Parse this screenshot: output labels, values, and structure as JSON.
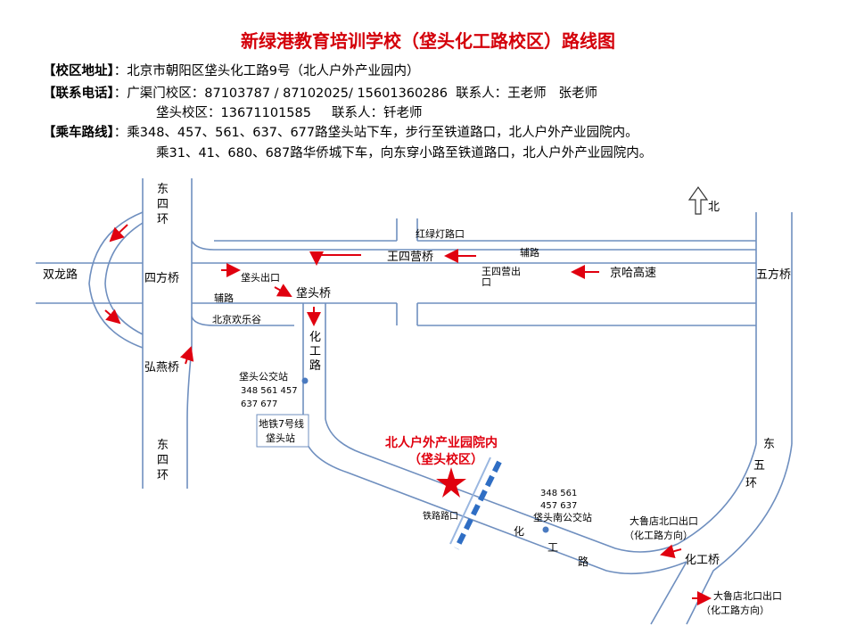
{
  "title": "新绿港教育培训学校（垡头化工路校区）路线图",
  "info": {
    "address_key": "【校区地址】",
    "address_val": "：北京市朝阳区垡头化工路9号（北人户外产业园内）",
    "phone_key": "【联系电话】",
    "phone_val1": "：广渠门校区：87103787 / 87102025/ 15601360286  联系人：王老师   张老师",
    "phone_val2": "垡头校区：13671101585     联系人：钎老师",
    "route_key": "【乘车路线】",
    "route_val1": "：乘348、457、561、637、677路垡头站下车，步行至铁道路口，北人户外产业园院内。",
    "route_val2": "乘31、41、680、687路华侨城下车，向东穿小路至铁道路口，北人户外产业园院内。"
  },
  "map": {
    "north": "北",
    "labels": {
      "dongsihuan_top": "东四环",
      "dongsihuan_bottom": "东四环",
      "dongwuhuan": "东五环",
      "shuanglonglu": "双龙路",
      "sifangqiao": "四方桥",
      "hongludenglukou": "红绿灯路口",
      "fulu_top": "辅路",
      "wangsiyingqiao": "王四营桥",
      "wangsiying_exit": "王四营出口",
      "jinghagaosu": "京哈高速",
      "wufangqiao": "五方桥",
      "futou_exit": "垡头出口",
      "futouqiao": "垡头桥",
      "fulu_left": "辅路",
      "beijinghuanlegu": "北京欢乐谷",
      "huagonglu_v": "化工路",
      "hongyanqiao": "弘燕桥",
      "futou_bus_title": "垡头公交站",
      "futou_bus_line1": "348  561  457",
      "futou_bus_line2": "637  677",
      "metro_line1": "地铁7号线",
      "metro_line2": "垡头站",
      "campus_line1": "北人户外产业园院内",
      "campus_line2": "（垡头校区）",
      "tiedaolukou": "铁路路口",
      "south_bus_line1": "348  561",
      "south_bus_line2": "457  637",
      "south_bus_title": "垡头南公交站",
      "huagonglu_diag_hua": "化",
      "huagonglu_diag_gong": "工",
      "huagonglu_diag_lu": "路",
      "daludian_exit1_line1": "大鲁店北口出口",
      "daludian_exit1_line2": "（化工路方向）",
      "huagongqiao": "化工桥",
      "daludian_exit2_line1": "大鲁店北口出口",
      "daludian_exit2_line2": "（化工路方向）"
    }
  },
  "colors": {
    "title": "#d4000a",
    "road": "#6f8fbf",
    "arrow": "#e0000f",
    "star": "#e0000f",
    "railway": "#2f6ec4"
  }
}
